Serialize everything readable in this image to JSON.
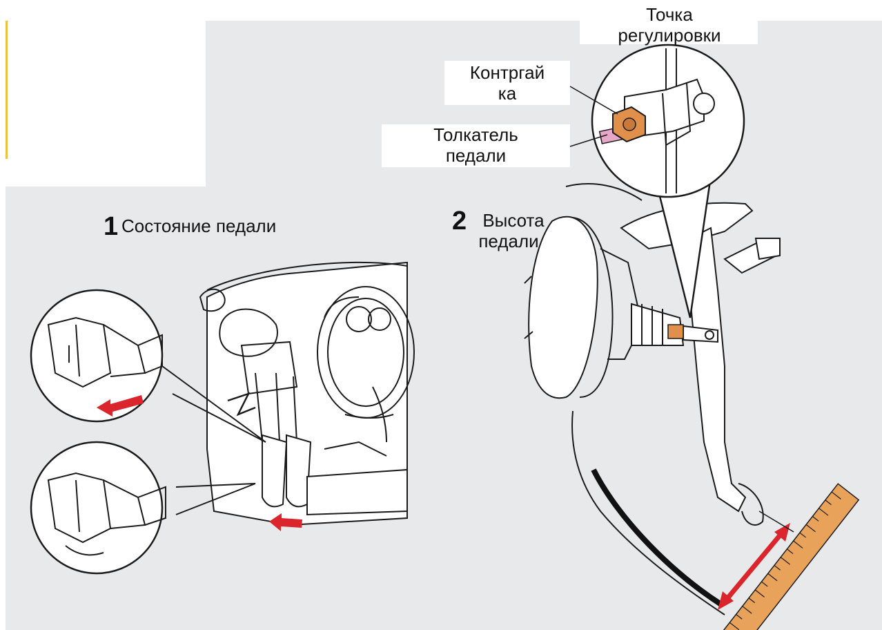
{
  "labels": {
    "adjust_point_1": "Точка",
    "adjust_point_2": "регулировки",
    "locknut_1": "Контргай",
    "locknut_2": "ка",
    "pushrod_1": "Толкатель",
    "pushrod_2": "педали",
    "step1_num": "1",
    "step1_text": "Состояние педали",
    "step2_num": "2",
    "step2_text_1": "Высота",
    "step2_text_2": "педали"
  },
  "colors": {
    "background": "#e8e9eb",
    "arrow": "#d9252b",
    "ruler": "#e8a25a",
    "nut": "#e0904a",
    "pushrod": "#e7a7c9",
    "outline": "#1a1a1a",
    "accent_strip": "#f0c040"
  }
}
